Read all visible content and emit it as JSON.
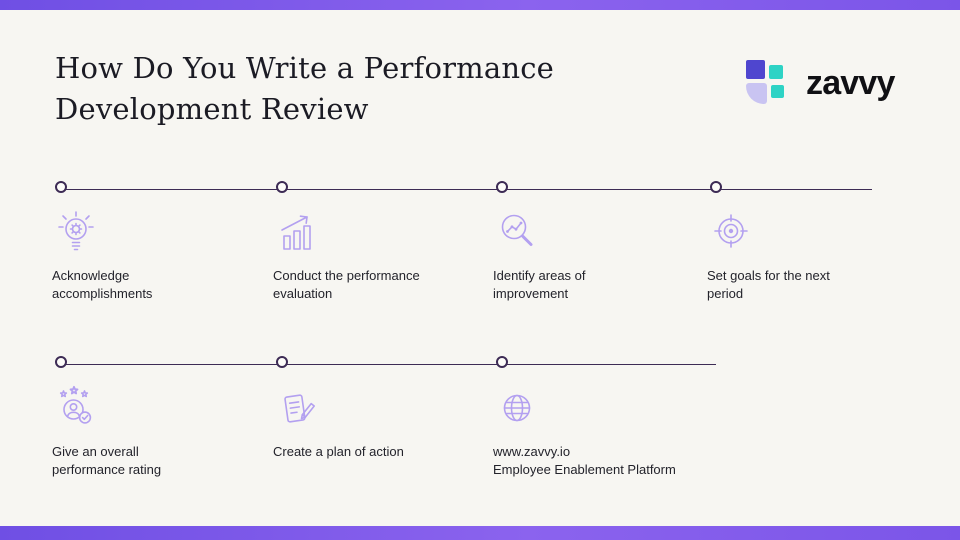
{
  "header": {
    "title": "How Do You Write a Performance\nDevelopment Review",
    "brand": "zavvy"
  },
  "colors": {
    "accent_bar": "#7b55e8",
    "timeline_line": "#3d2b55",
    "icon_stroke": "#b3a0f0",
    "background": "#f7f6f2",
    "logo_indigo": "#4f46cf",
    "logo_teal": "#2ed3c5",
    "logo_lavender": "#c9c4f2"
  },
  "timeline": {
    "row1": {
      "steps": [
        {
          "label": "Acknowledge\naccomplishments",
          "icon": "lightbulb-gear-icon"
        },
        {
          "label": "Conduct the performance\nevaluation",
          "icon": "growth-chart-icon"
        },
        {
          "label": "Identify areas of\nimprovement",
          "icon": "magnifier-analysis-icon"
        },
        {
          "label": "Set goals for the next\nperiod",
          "icon": "target-icon"
        }
      ]
    },
    "row2": {
      "steps": [
        {
          "label": "Give an overall\nperformance rating",
          "icon": "rating-person-icon"
        },
        {
          "label": "Create a plan of action",
          "icon": "action-plan-icon"
        },
        {
          "label": "www.zavvy.io\nEmployee Enablement Platform",
          "icon": "globe-icon"
        }
      ]
    }
  }
}
